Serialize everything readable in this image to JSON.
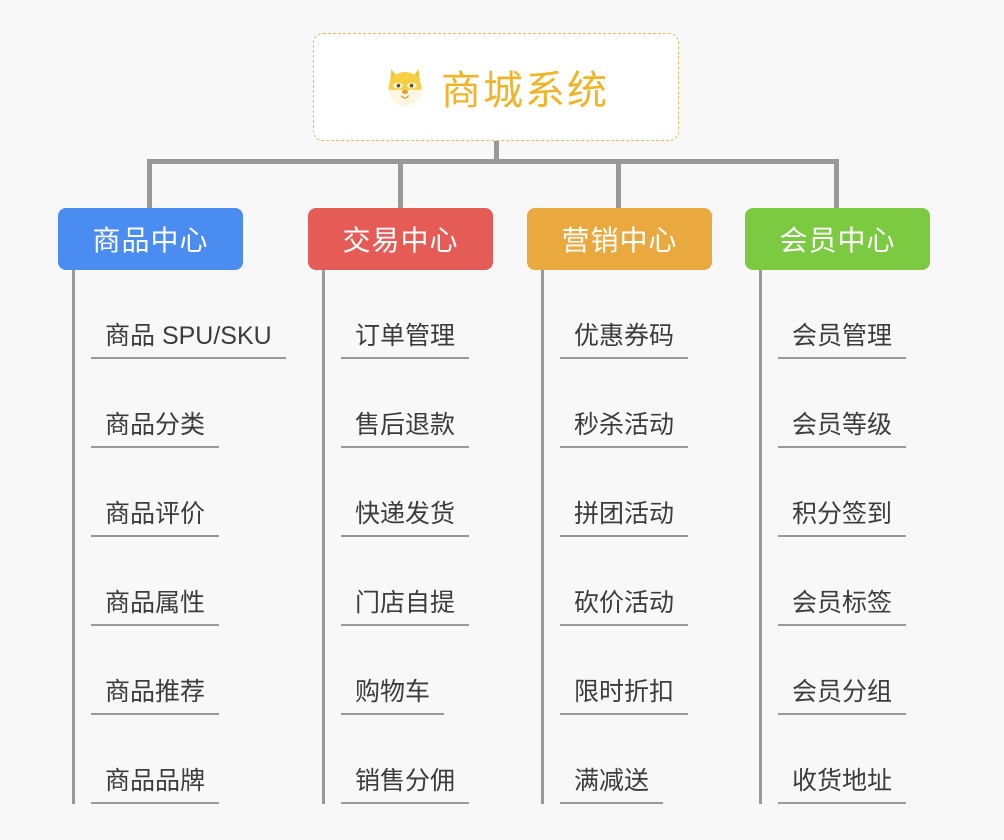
{
  "diagram": {
    "type": "mind-map",
    "background_color": "#f8f8f8",
    "connector_color": "#999999",
    "root": {
      "title": "商城系统",
      "icon": "shiba-dog-face-emoji",
      "text_color": "#f0b429",
      "border_color": "#e8b860",
      "background_color": "#ffffff"
    },
    "categories": [
      {
        "label": "商品中心",
        "color": "#4a8cf0",
        "items": [
          "商品 SPU/SKU",
          "商品分类",
          "商品评价",
          "商品属性",
          "商品推荐",
          "商品品牌"
        ]
      },
      {
        "label": "交易中心",
        "color": "#e55b56",
        "items": [
          "订单管理",
          "售后退款",
          "快递发货",
          "门店自提",
          "购物车",
          "销售分佣"
        ]
      },
      {
        "label": "营销中心",
        "color": "#eaa93e",
        "items": [
          "优惠券码",
          "秒杀活动",
          "拼团活动",
          "砍价活动",
          "限时折扣",
          "满减送"
        ]
      },
      {
        "label": "会员中心",
        "color": "#7cc942",
        "items": [
          "会员管理",
          "会员等级",
          "积分签到",
          "会员标签",
          "会员分组",
          "收货地址"
        ]
      }
    ]
  }
}
